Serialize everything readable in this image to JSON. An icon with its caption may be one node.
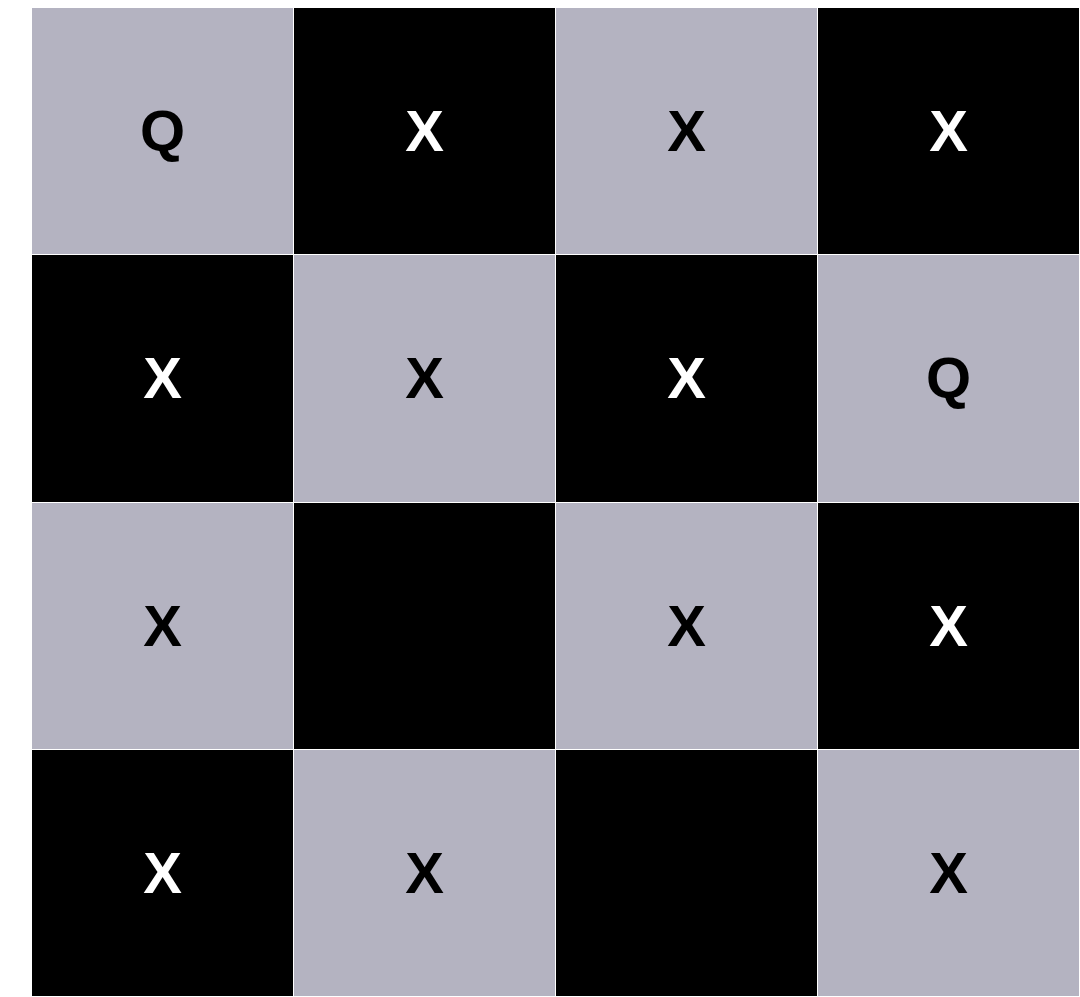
{
  "diagram": {
    "nodes": [
      {
        "text": [
          "Q"
        ]
      },
      {
        "text": [
          "X"
        ]
      },
      {
        "text": [
          "X"
        ]
      },
      {
        "text": [
          "X"
        ]
      },
      {
        "text": [
          "X"
        ]
      },
      {
        "text": [
          "X"
        ]
      },
      {
        "text": [
          "X"
        ]
      },
      {
        "text": [
          "Q"
        ]
      },
      {
        "text": [
          "X"
        ]
      },
      {
        "text": [],
        "shape": "box"
      },
      {
        "text": [
          "X"
        ]
      },
      {
        "text": [
          "X"
        ]
      },
      {
        "text": [
          "X"
        ]
      },
      {
        "text": [
          "X"
        ]
      },
      {
        "text": [],
        "shape": "box"
      },
      {
        "text": [
          "X"
        ]
      }
    ]
  }
}
